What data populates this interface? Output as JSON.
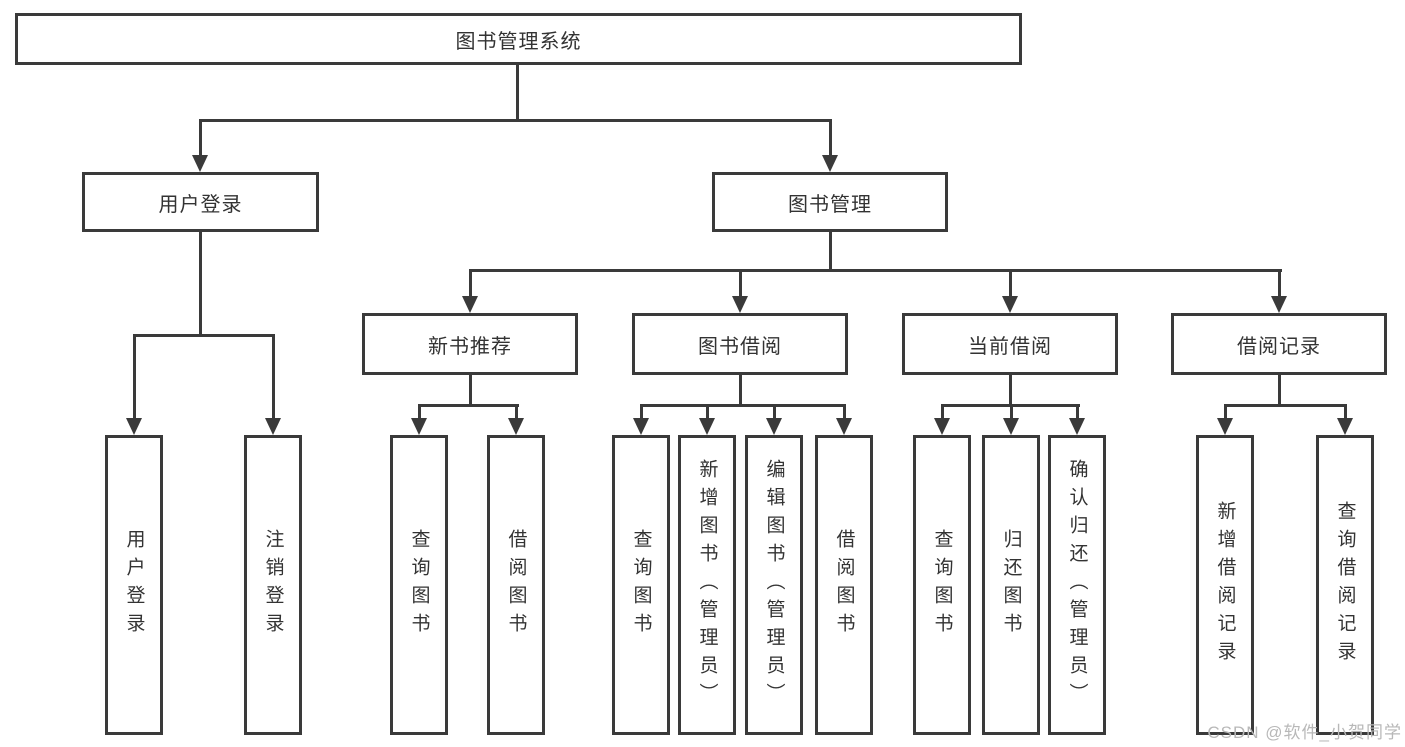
{
  "tree": {
    "root": {
      "label": "图书管理系统"
    },
    "branches": [
      {
        "label": "用户登录",
        "children": [
          {
            "label": "用户登录"
          },
          {
            "label": "注销登录"
          }
        ]
      },
      {
        "label": "图书管理",
        "children": [
          {
            "label": "新书推荐",
            "children": [
              {
                "label": "查询图书"
              },
              {
                "label": "借阅图书"
              }
            ]
          },
          {
            "label": "图书借阅",
            "children": [
              {
                "label": "查询图书"
              },
              {
                "label": "新增图书（管理员）"
              },
              {
                "label": "编辑图书（管理员）"
              },
              {
                "label": "借阅图书"
              }
            ]
          },
          {
            "label": "当前借阅",
            "children": [
              {
                "label": "查询图书"
              },
              {
                "label": "归还图书"
              },
              {
                "label": "确认归还（管理员）"
              }
            ]
          },
          {
            "label": "借阅记录",
            "children": [
              {
                "label": "新增借阅记录"
              },
              {
                "label": "查询借阅记录"
              }
            ]
          }
        ]
      }
    ]
  },
  "watermark": "CSDN @软件_小贺同学",
  "colors": {
    "line": "#3a3a3a",
    "text": "#333333",
    "background": "#ffffff",
    "watermark": "#b8b8b8"
  }
}
